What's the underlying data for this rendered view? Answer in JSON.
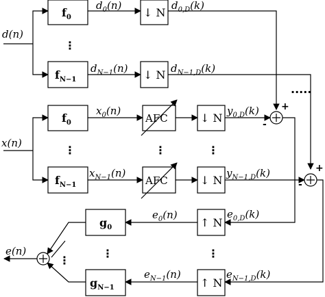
{
  "inputs": {
    "d_in": {
      "base": "d",
      "arg": "(n)"
    },
    "x_in": {
      "base": "x",
      "arg": "(n)"
    },
    "e_out": {
      "base": "e",
      "arg": "(n)"
    }
  },
  "filters": {
    "f0_top": {
      "base": "f",
      "sub": "0"
    },
    "fN1_top": {
      "base": "f",
      "sub": "N−1"
    },
    "f0_mid": {
      "base": "f",
      "sub": "0"
    },
    "fN1_mid": {
      "base": "f",
      "sub": "N−1"
    },
    "g0": {
      "base": "g",
      "sub": "0"
    },
    "gN1": {
      "base": "g",
      "sub": "N−1"
    }
  },
  "blocks": {
    "down_label": "↓ N",
    "up_label": "↑ N",
    "afc_label": "AFC"
  },
  "signals": {
    "d0n": {
      "base": "d",
      "sub": "0",
      "arg": "(n)"
    },
    "dN1n": {
      "base": "d",
      "sub": "N−1",
      "arg": "(n)"
    },
    "d0D": {
      "base": "d",
      "sub": "0,D",
      "arg": "(k)"
    },
    "dN1D": {
      "base": "d",
      "sub": "N−1,D",
      "arg": "(k)"
    },
    "x0n": {
      "base": "x",
      "sub": "0",
      "arg": "(n)"
    },
    "xN1n": {
      "base": "x",
      "sub": "N−1",
      "arg": "(n)"
    },
    "y0D": {
      "base": "y",
      "sub": "0,D",
      "arg": "(k)"
    },
    "yN1D": {
      "base": "y",
      "sub": "N−1,D",
      "arg": "(k)"
    },
    "e0n": {
      "base": "e",
      "sub": "0",
      "arg": "(n)"
    },
    "eN1n": {
      "base": "e",
      "sub": "N−1",
      "arg": "(n)"
    },
    "e0D": {
      "base": "e",
      "sub": "0,D",
      "arg": "(k)"
    },
    "eN1D": {
      "base": "e",
      "sub": "N−1,D",
      "arg": "(k)"
    }
  },
  "summers": {
    "plus_sign": "+",
    "minus_sign": "-"
  },
  "ellipsis": {
    "vertical": "⋮",
    "horizontal": "....."
  }
}
